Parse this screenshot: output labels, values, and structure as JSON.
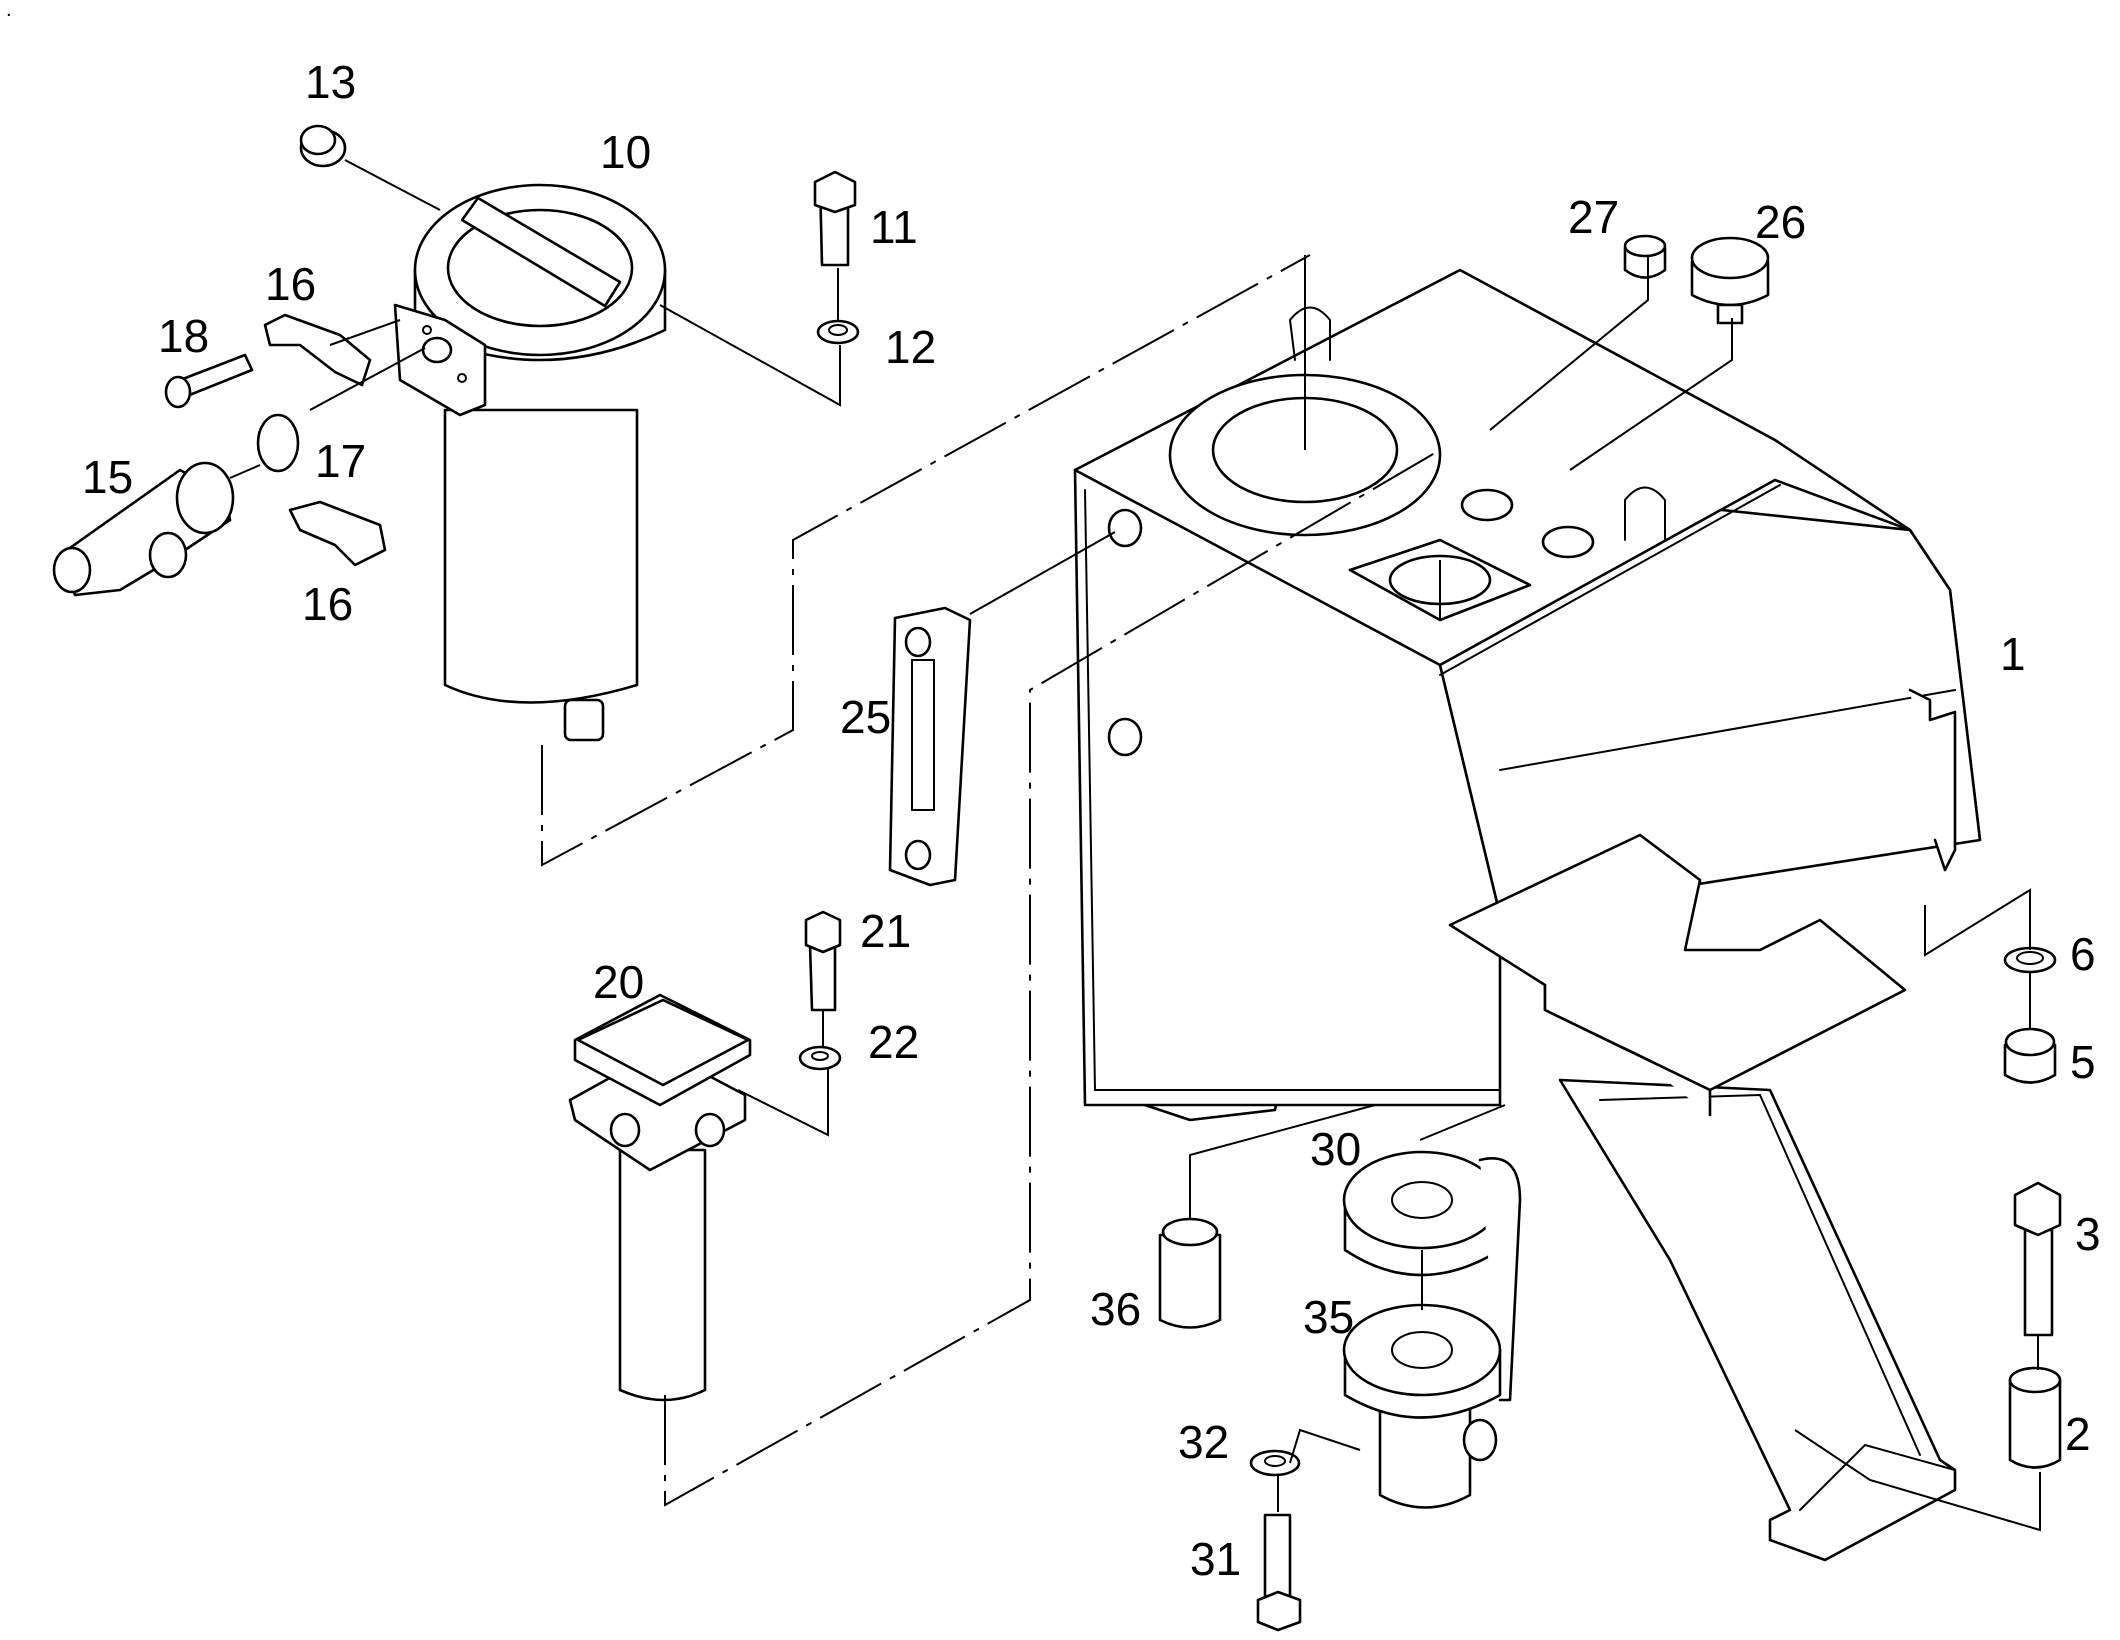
{
  "corner_mark": ".",
  "labels": {
    "p1": "1",
    "p2": "2",
    "p3": "3",
    "p5": "5",
    "p6": "6",
    "p10": "10",
    "p11": "11",
    "p12": "12",
    "p13": "13",
    "p15": "15",
    "p16a": "16",
    "p16b": "16",
    "p17": "17",
    "p18": "18",
    "p20": "20",
    "p21": "21",
    "p22": "22",
    "p25": "25",
    "p26": "26",
    "p27": "27",
    "p30": "30",
    "p31": "31",
    "p32": "32",
    "p35": "35",
    "p36": "36"
  }
}
